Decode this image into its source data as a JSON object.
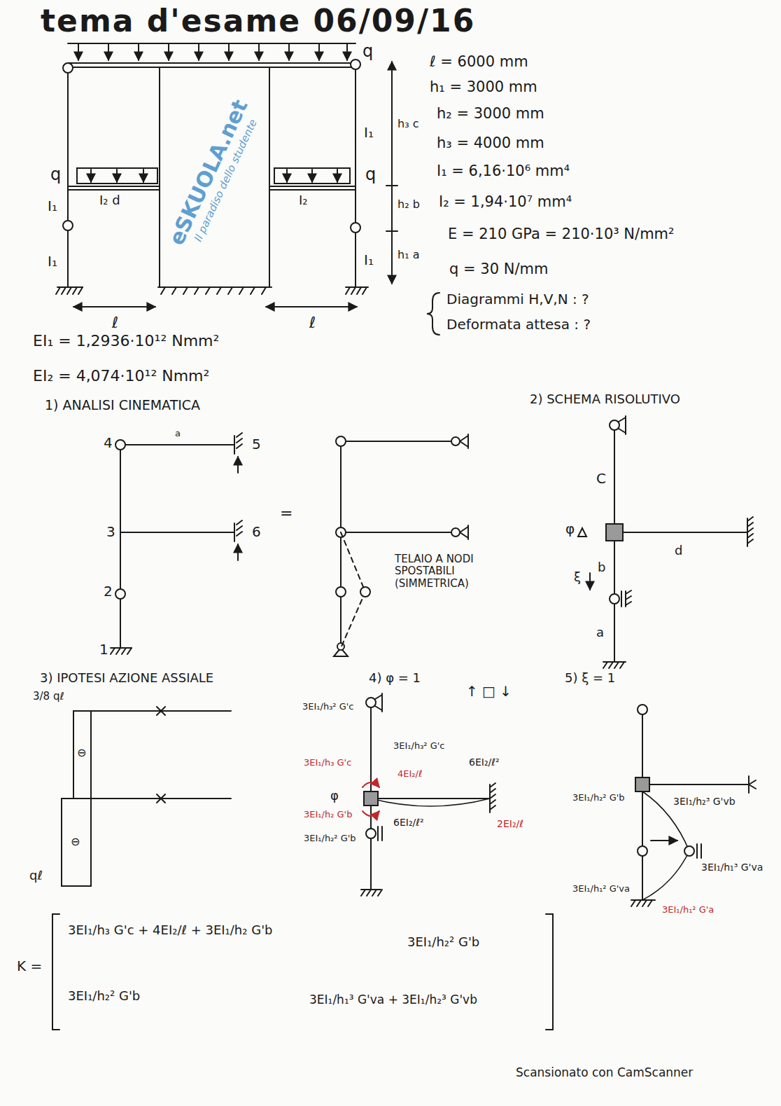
{
  "diagram": {
    "title": "tema d'esame 06/09/16",
    "labels": [
      "q",
      "ℓ = 6000 mm",
      "h₁ = 3000 mm",
      "h₂ = 3000 mm",
      "I₁",
      "h₃ c",
      "h₃ = 4000 mm",
      "q",
      "I₁ = 6,16·10⁶ mm⁴",
      "q",
      "I₂ d",
      "I₂",
      "I₁",
      "h₂ b",
      "I₂ = 1,94·10⁷ mm⁴",
      "E = 210 GPa = 210·10³ N/mm²",
      "I₁",
      "I₁",
      "h₁ a",
      "q = 30 N/mm",
      "Diagrammi H,V,N : ?",
      "ℓ",
      "ℓ",
      "Deformata attesa : ?",
      "EI₁ = 1,2936·10¹² Nmm²",
      "EI₂ = 4,074·10¹² Nmm²",
      "2) SCHEMA RISOLUTIVO",
      "1) ANALISI CINEMATICA",
      "4",
      "a",
      "5",
      "3",
      "6",
      "=",
      "2",
      "1",
      "TELAIO A NODI SPOSTABILI (SIMMETRICA)",
      "C",
      "φ",
      "b",
      "d",
      "ξ",
      "a",
      "3) IPOTESI AZIONE ASSIALE",
      "4) φ = 1",
      "↑ □ ↓",
      "5) ξ = 1",
      "3/8 qℓ",
      "3EI₁/h₃² G'c",
      "3EI₁/h₃² G'c",
      "⊖",
      "6EI₂/ℓ²",
      "3EI₁/h₃ G'c",
      "4EI₂/ℓ",
      "φ",
      "3EI₁/h₂² G'b",
      "3EI₁/h₂³ G'vb",
      "3EI₁/h₂ G'b",
      "6EI₂/ℓ²",
      "2EI₂/ℓ",
      "3EI₁/h₂² G'b",
      "⊖",
      "3EI₁/h₁³ G'va",
      "qℓ",
      "3EI₁/h₁² G'va",
      "3EI₁/h₁² G'a",
      "3EI₁/h₃ G'c + 4EI₂/ℓ + 3EI₁/h₂ G'b",
      "3EI₁/h₂² G'b",
      "K =",
      "3EI₁/h₂² G'b",
      "3EI₁/h₁³ G'va + 3EI₁/h₂³ G'vb",
      "eSKUOLA.net",
      "Il paradiso dello studente",
      "Scansionato con CamScanner"
    ]
  }
}
